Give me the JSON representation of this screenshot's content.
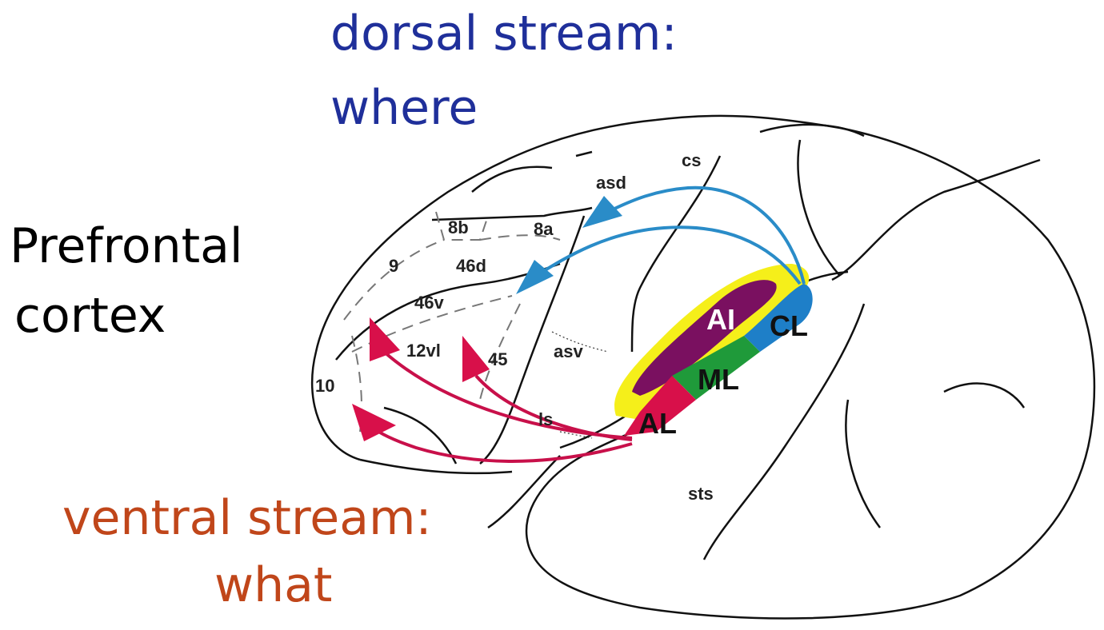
{
  "titles": {
    "dorsal_line1": "dorsal stream:",
    "dorsal_line2": "where",
    "prefrontal_line1": "Prefrontal",
    "prefrontal_line2": "cortex",
    "ventral_line1": "ventral stream:",
    "ventral_line2": "what"
  },
  "labels": {
    "cs": "cs",
    "asd": "asd",
    "a8b": "8b",
    "a8a": "8a",
    "a9": "9",
    "a46d": "46d",
    "a46v": "46v",
    "a12vl": "12vl",
    "a45": "45",
    "asv": "asv",
    "a10": "10",
    "ls": "ls",
    "sts": "sts"
  },
  "regions": {
    "AI": "AI",
    "CL": "CL",
    "ML": "ML",
    "AL": "AL"
  },
  "colors": {
    "dorsal": "#1f2f9a",
    "ventral": "#c0461a",
    "dorsal_arrow": "#2a8cc8",
    "ventral_arrow": "#d0154a",
    "belt_yellow": "#f5ef1a",
    "core_purple": "#7a1060",
    "cl_blue": "#1e7fc8",
    "ml_green": "#1f9a3a",
    "al_red": "#d8104a"
  }
}
